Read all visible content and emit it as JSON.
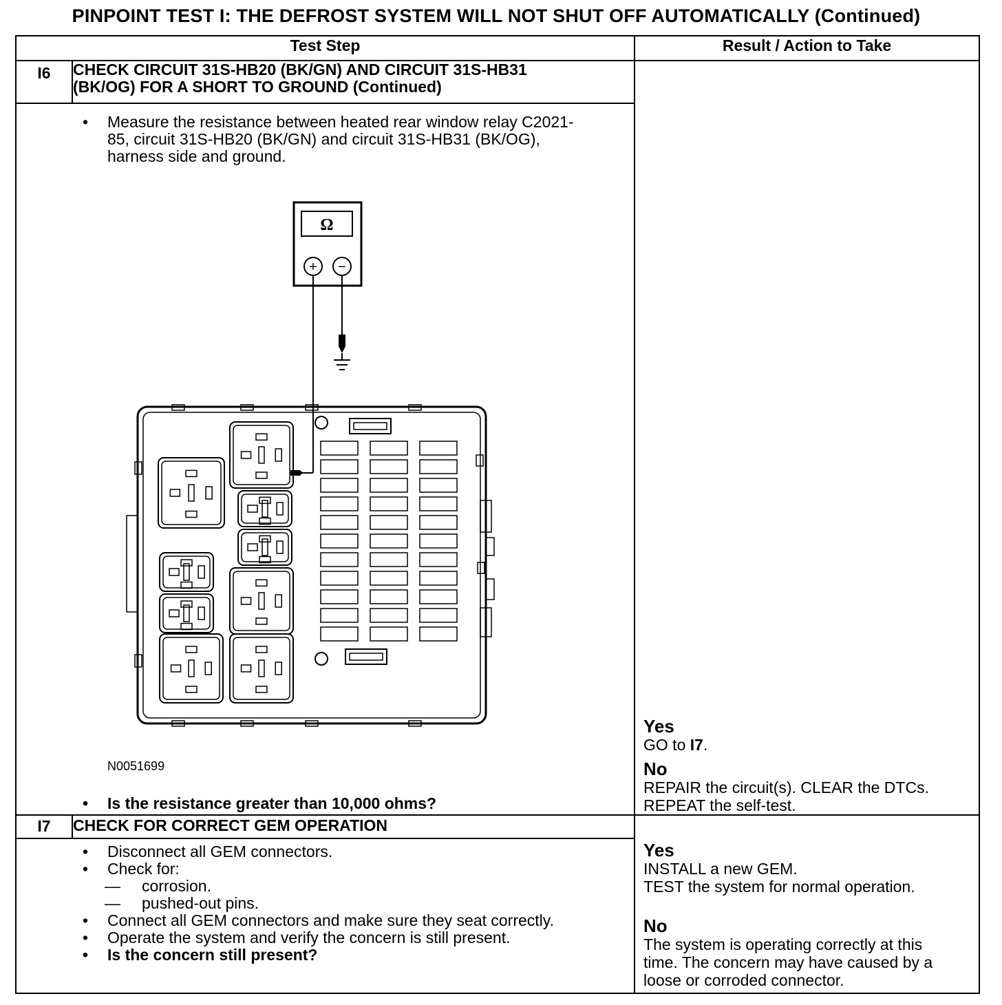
{
  "title": "PINPOINT TEST  I: THE DEFROST SYSTEM WILL NOT SHUT OFF AUTOMATICALLY (Continued)",
  "columns": {
    "test_step": "Test Step",
    "result": "Result / Action to Take"
  },
  "steps": [
    {
      "id": "I6",
      "heading_line1": "CHECK CIRCUIT 31S-HB20 (BK/GN) AND CIRCUIT 31S-HB31",
      "heading_line2": "(BK/OG) FOR A SHORT TO GROUND (Continued)",
      "bullets": [
        "Measure the resistance between heated rear window relay C2021-85, circuit 31S-HB20 (BK/GN) and circuit 31S-HB31 (BK/OG), harness side and ground."
      ],
      "figure": {
        "meter_symbol": "Ω",
        "plus": "+",
        "minus": "−",
        "figure_id": "N0051699"
      },
      "question": "Is the resistance greater than 10,000 ohms?",
      "results": {
        "yes_label": "Yes",
        "yes_text_pre": "GO to ",
        "yes_text_ref": "I7",
        "yes_text_post": ".",
        "no_label": "No",
        "no_text_1": "REPAIR the circuit(s). CLEAR the DTCs.",
        "no_text_2": "REPEAT the self-test."
      }
    },
    {
      "id": "I7",
      "heading_line1": "CHECK FOR CORRECT GEM OPERATION",
      "bullets": [
        "Disconnect all GEM connectors.",
        "Check for:",
        "corrosion.",
        "pushed-out pins.",
        "Connect all GEM connectors and make sure they seat correctly.",
        "Operate the system and verify the concern is still present.",
        "Is the concern still present?"
      ],
      "bullet_mark": "•",
      "dash_mark": "—",
      "results": {
        "yes_label": "Yes",
        "yes_text_1": "INSTALL a new GEM.",
        "yes_text_2": "TEST the system for normal operation.",
        "no_label": "No",
        "no_text_1": "The system is operating correctly at this",
        "no_text_2": "time. The concern may have caused by a",
        "no_text_3": "loose or corroded connector."
      }
    }
  ]
}
